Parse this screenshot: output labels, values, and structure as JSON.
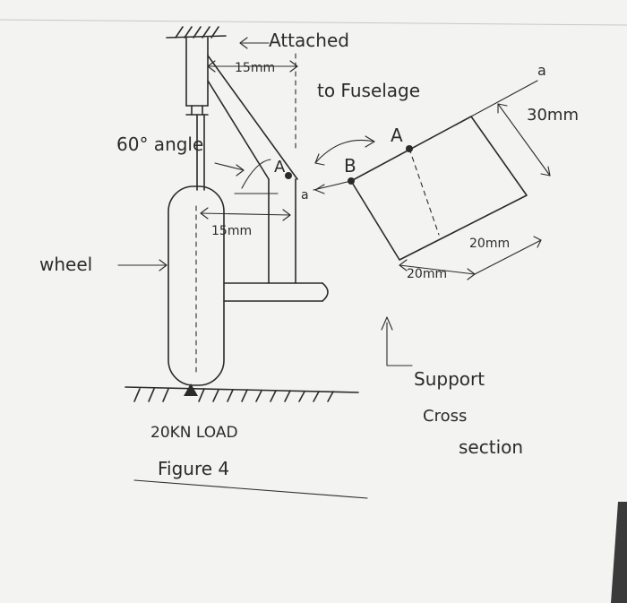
{
  "labels": {
    "attached": "Attached",
    "to_fuselage": "to Fuselage",
    "top_dim": "15mm",
    "angle": "60° angle",
    "point_a_upper": "A",
    "point_a_support": "A",
    "point_b": "B",
    "mid_dim": "15mm",
    "wheel": "wheel",
    "dim_30": "30mm",
    "dim_20_left": "20mm",
    "dim_20_right": "20mm",
    "section_a": "a",
    "section_a_small": "a",
    "support": "Support",
    "cross": "Cross",
    "section": "section",
    "load": "20KN LOAD",
    "figure": "Figure 4"
  },
  "colors": {
    "ink": "#2b2b2b",
    "paper": "#f4f4f2",
    "background": "#5a5a5a"
  }
}
